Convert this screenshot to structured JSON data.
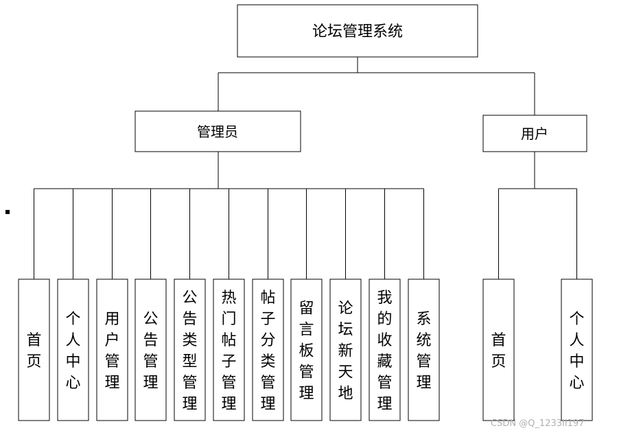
{
  "root": {
    "label": "论坛管理系统"
  },
  "roles": [
    {
      "label": "管理员",
      "children": [
        "首页",
        "个人中心",
        "用户管理",
        "公告管理",
        "公告类型管理",
        "热门帖子管理",
        "帖子分类管理",
        "留言板管理",
        "论坛新天地",
        "我的收藏管理",
        "系统管理"
      ]
    },
    {
      "label": "用户",
      "children": [
        "首页",
        "个人中心"
      ]
    }
  ],
  "watermark": "CSDN @Q_1233II197"
}
